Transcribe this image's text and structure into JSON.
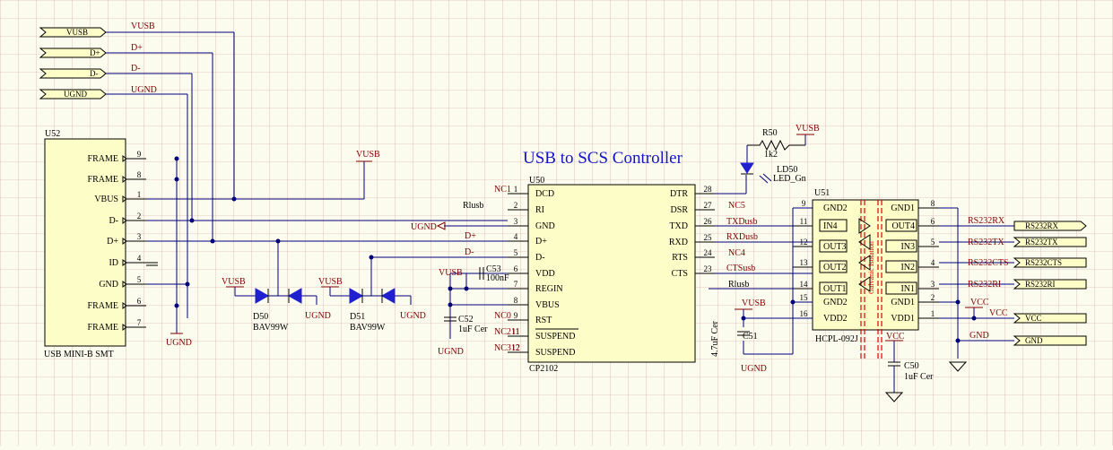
{
  "title": "USB to SCS Controller",
  "ports_left": [
    "VUSB",
    "D+",
    "D-",
    "UGND"
  ],
  "ports_right": [
    "RS232RX",
    "RS232TX",
    "RS232CTS",
    "RS232RI",
    "VCC",
    "GND"
  ],
  "conn": {
    "ref": "U52",
    "name": "USB MINI-B SMT",
    "pins": [
      {
        "n": "9",
        "name": "FRAME"
      },
      {
        "n": "8",
        "name": "FRAME"
      },
      {
        "n": "1",
        "name": "VBUS"
      },
      {
        "n": "2",
        "name": "D-"
      },
      {
        "n": "3",
        "name": "D+"
      },
      {
        "n": "4",
        "name": "ID"
      },
      {
        "n": "5",
        "name": "GND"
      },
      {
        "n": "6",
        "name": "FRAME"
      },
      {
        "n": "7",
        "name": "FRAME"
      }
    ]
  },
  "cp": {
    "ref": "U50",
    "name": "CP2102",
    "left": [
      {
        "n": "1",
        "name": "DCD"
      },
      {
        "n": "2",
        "name": "RI"
      },
      {
        "n": "3",
        "name": "GND"
      },
      {
        "n": "4",
        "name": "D+"
      },
      {
        "n": "5",
        "name": "D-"
      },
      {
        "n": "6",
        "name": "VDD"
      },
      {
        "n": "7",
        "name": "REGIN"
      },
      {
        "n": "8",
        "name": "VBUS"
      },
      {
        "n": "9",
        "name": "RST"
      },
      {
        "n": "11",
        "name": "SUSPEND"
      },
      {
        "n": "12",
        "name": "SUSPEND"
      }
    ],
    "right": [
      {
        "n": "28",
        "name": "DTR"
      },
      {
        "n": "27",
        "name": "DSR"
      },
      {
        "n": "26",
        "name": "TXD"
      },
      {
        "n": "25",
        "name": "RXD"
      },
      {
        "n": "24",
        "name": "RTS"
      },
      {
        "n": "23",
        "name": "CTS"
      }
    ]
  },
  "iso": {
    "ref": "U51",
    "name": "HCPL-092J",
    "left": [
      {
        "n": "9",
        "name": "GND2"
      },
      {
        "n": "11",
        "name": "IN4"
      },
      {
        "n": "12",
        "name": "OUT3"
      },
      {
        "n": "13",
        "name": "OUT2"
      },
      {
        "n": "14",
        "name": "OUT1"
      },
      {
        "n": "15",
        "name": "GND2"
      },
      {
        "n": "16",
        "name": "VDD2"
      }
    ],
    "right": [
      {
        "n": "8",
        "name": "GND1"
      },
      {
        "n": "6",
        "name": "OUT4"
      },
      {
        "n": "5",
        "name": "IN3"
      },
      {
        "n": "4",
        "name": "IN2"
      },
      {
        "n": "3",
        "name": "IN1"
      },
      {
        "n": "2",
        "name": "GND1"
      },
      {
        "n": "1",
        "name": "VDD1"
      }
    ],
    "barrier": "Galvanic Isolation"
  },
  "nets": {
    "vusb": "VUSB",
    "dp": "D+",
    "dm": "D-",
    "ugnd": "UGND",
    "rlusb": "Rlusb",
    "nc1": "NC1",
    "nc0": "NC0",
    "nc211": "NC211",
    "nc312": "NC312",
    "nc5": "NC5",
    "nc4": "NC4",
    "txdusb": "TXDusb",
    "rxdusb": "RXDusb",
    "ctsusb": "CTSusb",
    "rs232rx": "RS232RX",
    "rs232tx": "RS232TX",
    "rs232cts": "RS232CTS",
    "rs232ri": "RS232RI",
    "vcc": "VCC",
    "gnd": "GND"
  },
  "parts": {
    "d50_ref": "D50",
    "d50_val": "BAV99W",
    "d51_ref": "D51",
    "d51_val": "BAV99W",
    "c53_ref": "C53",
    "c53_val": "100nF",
    "c52_ref": "C52",
    "c52_val": "1uF Cer",
    "c51_ref": "C51",
    "c51_val": "4.7uF Cer",
    "c50_ref": "C50",
    "c50_val": "1uF Cer",
    "r50_ref": "R50",
    "r50_val": "1k2",
    "ld50_ref": "LD50",
    "ld50_val": "LED_Gn"
  },
  "colors": {
    "wire": "#00007a",
    "net": "#800000",
    "title": "#1515c8",
    "body": "#fdfdc8",
    "grid": "#c8a0a0",
    "diode": "#2020d0",
    "isolation": "#e00000"
  }
}
